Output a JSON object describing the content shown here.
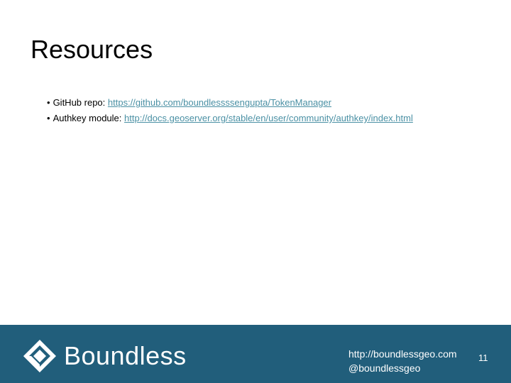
{
  "slide": {
    "title": "Resources",
    "page_number": "11"
  },
  "bullets": [
    {
      "label": "GitHub repo:",
      "link": "https://github.com/boundlessssengupta/TokenManager"
    },
    {
      "label": "Authkey module:",
      "link": "http://docs.geoserver.org/stable/en/user/community/authkey/index.html"
    }
  ],
  "footer": {
    "brand": "Boundless",
    "website": "http://boundlessgeo.com",
    "handle": "@boundlessgeo",
    "background_color": "#215e7b",
    "link_color": "#4a90a4",
    "logo_icon": "boundless-diamond-logo-icon"
  }
}
